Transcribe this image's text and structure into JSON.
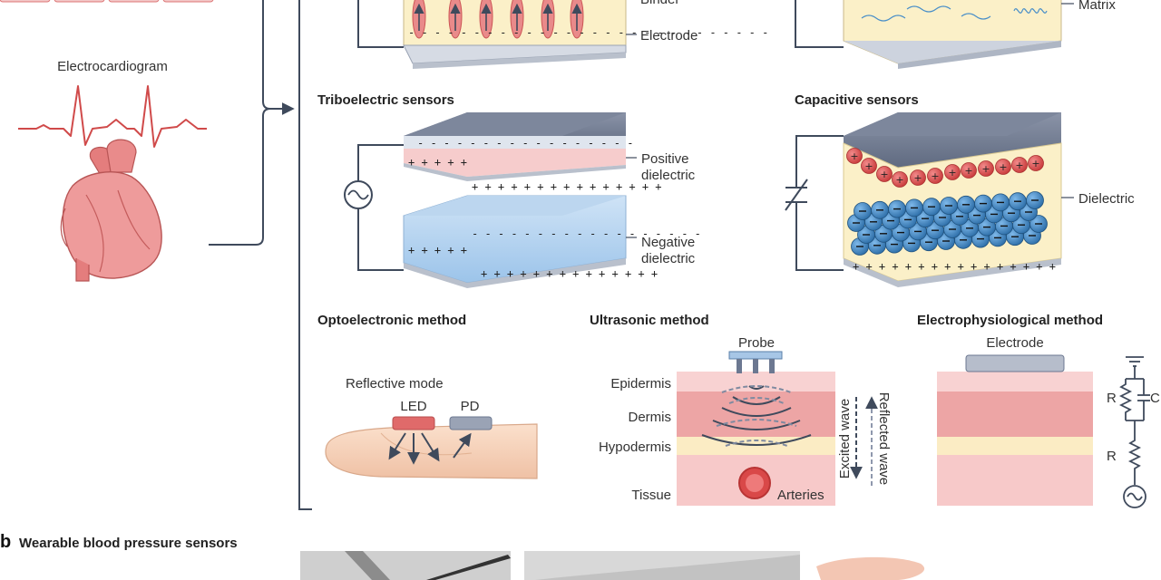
{
  "labels": {
    "ecg": "Electrocardiogram",
    "binder": "Binder",
    "electrode_top": "Electrode",
    "matrix": "Matrix",
    "tribo_title": "Triboelectric sensors",
    "cap_title": "Capacitive sensors",
    "positive_1": "Positive",
    "positive_2": "dielectric",
    "negative_1": "Negative",
    "negative_2": "dielectric",
    "dielectric": "Dielectric",
    "opto_title": "Optoelectronic method",
    "ultra_title": "Ultrasonic method",
    "ephys_title": "Electrophysiological method",
    "reflective": "Reflective mode",
    "led": "LED",
    "pd": "PD",
    "probe": "Probe",
    "epidermis": "Epidermis",
    "dermis": "Dermis",
    "hypodermis": "Hypodermis",
    "tissue": "Tissue",
    "arteries": "Arteries",
    "excited_wave": "Excited wave",
    "reflected_wave": "Reflected wave",
    "electrode": "Electrode",
    "r1": "R",
    "c": "C",
    "r2": "R",
    "section_b_letter": "b",
    "section_b_title": "Wearable blood pressure sensors"
  },
  "colors": {
    "frame": "#3f4a5c",
    "red": "#e05a5a",
    "pink": "#f6cccc",
    "cream": "#fbf0c8",
    "blue": "#5a9fd6",
    "slate": "#6c7891",
    "heart": "#e68a8a"
  },
  "icons": [
    "ac-source-icon",
    "capacitor-icon",
    "heart-illustration",
    "finger-illustration",
    "ground-icon"
  ]
}
